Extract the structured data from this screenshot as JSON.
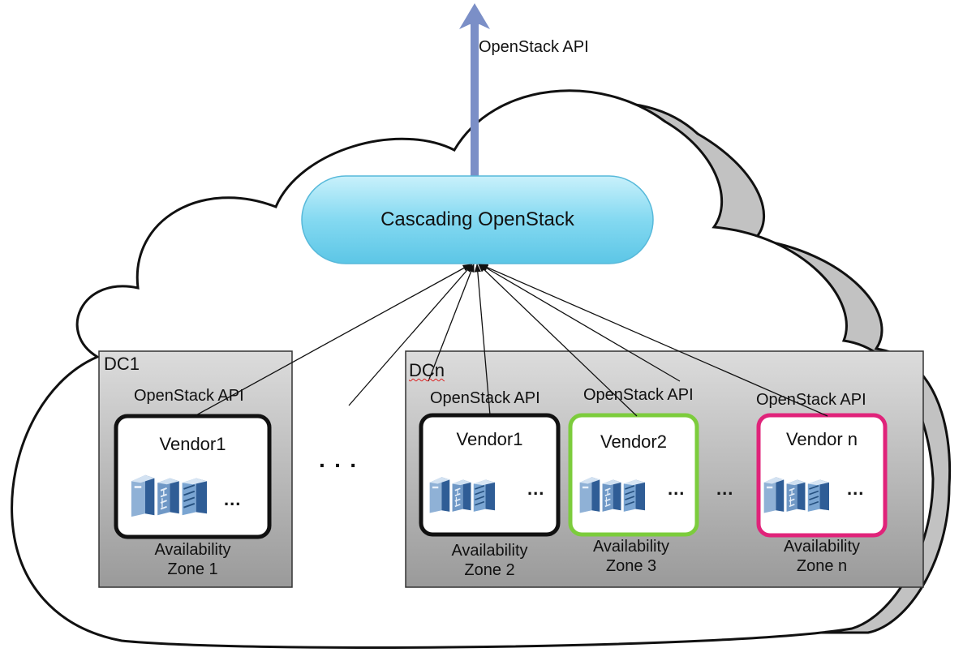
{
  "top_api_label": "OpenStack API",
  "cascading": {
    "label": "Cascading OpenStack"
  },
  "between_dc_ellipsis": "· · ·",
  "dc1": {
    "title": "DC1",
    "az": {
      "api": "OpenStack API",
      "vendor": "Vendor1",
      "more": "...",
      "zone_line1": "Availability",
      "zone_line2": "Zone 1",
      "border": "#111111"
    }
  },
  "dcn": {
    "title": "DCn",
    "between_az_ellipsis": "...",
    "azs": [
      {
        "api": "OpenStack API",
        "vendor": "Vendor1",
        "more": "...",
        "zone_line1": "Availability",
        "zone_line2": "Zone 2",
        "border": "#111111"
      },
      {
        "api": "OpenStack API",
        "vendor": "Vendor2",
        "more": "...",
        "zone_line1": "Availability",
        "zone_line2": "Zone 3",
        "border": "#7ccc3c"
      },
      {
        "api": "OpenStack API",
        "vendor": "Vendor n",
        "more": "...",
        "zone_line1": "Availability",
        "zone_line2": "Zone n",
        "border": "#e0237a"
      }
    ]
  },
  "colors": {
    "cloud_shadow": "#bdbdbd",
    "dc_gradient_top": "#dcdcdc",
    "dc_gradient_bottom": "#9a9a9a",
    "cascading_fill": "#7fd6f0",
    "arrow": "#7b8fc7",
    "server": "#4a74a8"
  }
}
